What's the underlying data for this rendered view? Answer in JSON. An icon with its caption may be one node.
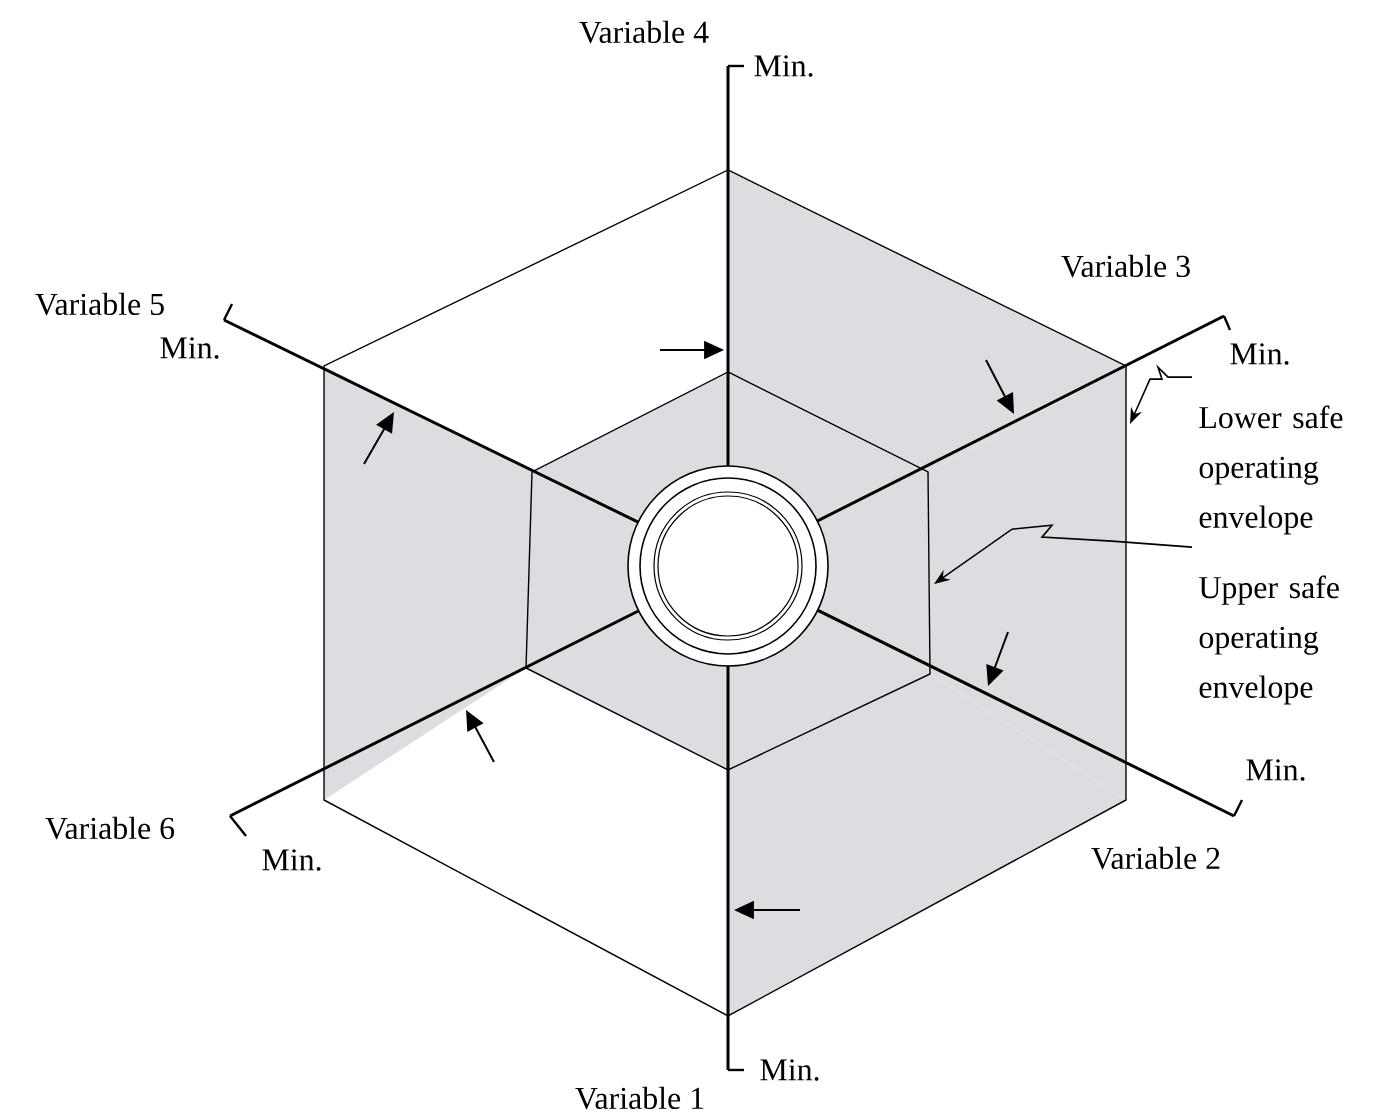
{
  "diagram": {
    "nodes": [
      {
        "text": [
          "Lower safe operating envelope"
        ]
      },
      {
        "text": [
          "Upper safe operating envelope"
        ]
      }
    ],
    "edges": [
      {
        "from": 0,
        "to": null,
        "arrow": "to"
      },
      {
        "from": 1,
        "to": null,
        "arrow": "to"
      }
    ],
    "labels": [
      "Variable 4",
      "Min.",
      "Variable 3",
      "Variable 5",
      "Min.",
      "Min.",
      "Min.",
      "Variable 6",
      "Min.",
      "Variable 2",
      "Min.",
      "Variable 1"
    ]
  }
}
